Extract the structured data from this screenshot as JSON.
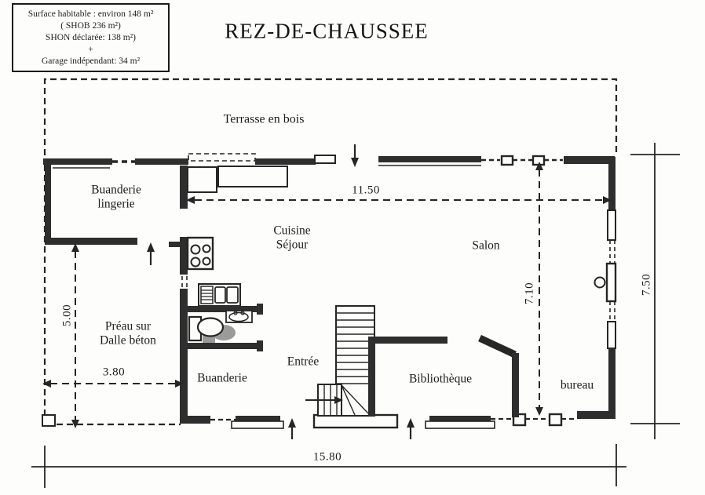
{
  "title": "REZ-DE-CHAUSSEE",
  "info_box": {
    "line1": "Surface habitable : environ 148 m²",
    "line2": "( SHOB 236 m²)",
    "line3": "SHON déclarée: 138 m²)",
    "line4": "+",
    "line5": "Garage indépendant: 34 m²"
  },
  "rooms": {
    "terrasse": "Terrasse en bois",
    "buanderie_lingerie": "Buanderie\nlingerie",
    "cuisine_sejour": "Cuisine\nSéjour",
    "salon": "Salon",
    "preau": "Préau sur\nDalle béton",
    "buanderie": "Buanderie",
    "entree": "Entrée",
    "bibliotheque": "Bibliothèque",
    "bureau": "bureau"
  },
  "dimensions": {
    "interior_width": "11.50",
    "total_width": "15.80",
    "total_depth": "7.50",
    "interior_depth": "7.10",
    "preau_depth": "5.00",
    "preau_width": "3.80"
  },
  "colors": {
    "ink": "#262626",
    "wall": "#2e2e2e",
    "paper": "#fdfdfb",
    "shadow": "#9b9b9b"
  }
}
